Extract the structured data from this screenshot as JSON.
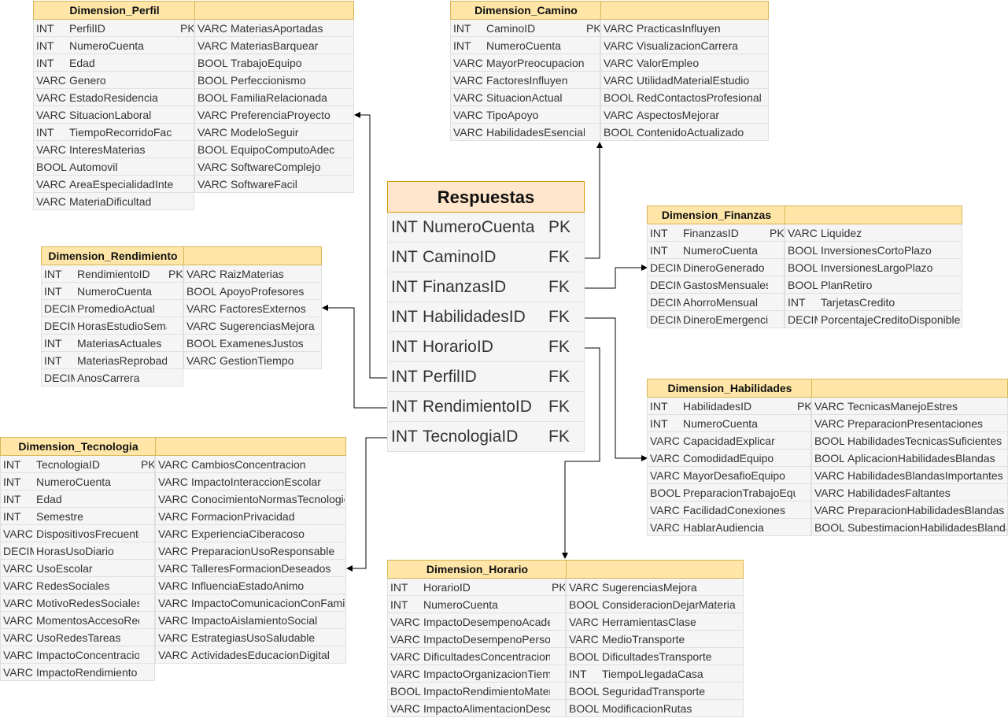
{
  "respuestas": {
    "title": "Respuestas",
    "rows": [
      {
        "type": "INT",
        "name": "NumeroCuenta",
        "key": "PK"
      },
      {
        "type": "INT",
        "name": "CaminoID",
        "key": "FK"
      },
      {
        "type": "INT",
        "name": "FinanzasID",
        "key": "FK"
      },
      {
        "type": "INT",
        "name": "HabilidadesID",
        "key": "FK"
      },
      {
        "type": "INT",
        "name": "HorarioID",
        "key": "FK"
      },
      {
        "type": "INT",
        "name": "PerfilID",
        "key": "FK"
      },
      {
        "type": "INT",
        "name": "RendimientoID",
        "key": "FK"
      },
      {
        "type": "INT",
        "name": "TecnologiaID",
        "key": "FK"
      }
    ]
  },
  "tables": [
    {
      "id": "perfil",
      "title": "Dimension_Perfil",
      "left": [
        {
          "type": "INT",
          "name": "PerfilID",
          "key": "PK"
        },
        {
          "type": "INT",
          "name": "NumeroCuenta",
          "key": ""
        },
        {
          "type": "INT",
          "name": "Edad",
          "key": ""
        },
        {
          "type": "VARC",
          "name": "Genero",
          "key": ""
        },
        {
          "type": "VARC",
          "name": "EstadoResidencia",
          "key": ""
        },
        {
          "type": "VARC",
          "name": "SituacionLaboral",
          "key": ""
        },
        {
          "type": "INT",
          "name": "TiempoRecorridoFac",
          "key": ""
        },
        {
          "type": "VARC",
          "name": "InteresMaterias",
          "key": ""
        },
        {
          "type": "BOOL",
          "name": "Automovil",
          "key": ""
        },
        {
          "type": "VARC",
          "name": "AreaEspecialidadInte",
          "key": ""
        },
        {
          "type": "VARC",
          "name": "MateriaDificultad",
          "key": ""
        }
      ],
      "right": [
        {
          "type": "VARC",
          "name": "MateriasAportadas"
        },
        {
          "type": "VARC",
          "name": "MateriasBarquear"
        },
        {
          "type": "BOOL",
          "name": "TrabajoEquipo"
        },
        {
          "type": "BOOL",
          "name": "Perfeccionismo"
        },
        {
          "type": "BOOL",
          "name": "FamiliaRelacionada"
        },
        {
          "type": "VARC",
          "name": "PreferenciaProyecto"
        },
        {
          "type": "VARC",
          "name": "ModeloSeguir"
        },
        {
          "type": "BOOL",
          "name": "EquipoComputoAdec"
        },
        {
          "type": "VARC",
          "name": "SoftwareComplejo"
        },
        {
          "type": "VARC",
          "name": "SoftwareFacil"
        }
      ]
    },
    {
      "id": "camino",
      "title": "Dimension_Camino",
      "left": [
        {
          "type": "INT",
          "name": "CaminoID",
          "key": "PK"
        },
        {
          "type": "INT",
          "name": "NumeroCuenta",
          "key": ""
        },
        {
          "type": "VARC",
          "name": "MayorPreocupacion",
          "key": ""
        },
        {
          "type": "VARC",
          "name": "FactoresInfluyen",
          "key": ""
        },
        {
          "type": "VARC",
          "name": "SituacionActual",
          "key": ""
        },
        {
          "type": "VARC",
          "name": "TipoApoyo",
          "key": ""
        },
        {
          "type": "VARC",
          "name": "HabilidadesEsenciales",
          "key": ""
        }
      ],
      "right": [
        {
          "type": "VARC",
          "name": "PracticasInfluyen"
        },
        {
          "type": "VARC",
          "name": "VisualizacionCarrera"
        },
        {
          "type": "VARC",
          "name": "ValorEmpleo"
        },
        {
          "type": "VARC",
          "name": "UtilidadMaterialEstudio"
        },
        {
          "type": "BOOL",
          "name": "RedContactosProfesional"
        },
        {
          "type": "VARC",
          "name": "AspectosMejorar"
        },
        {
          "type": "BOOL",
          "name": "ContenidoActualizado"
        }
      ]
    },
    {
      "id": "rendimiento",
      "title": "Dimension_Rendimiento",
      "left": [
        {
          "type": "INT",
          "name": "RendimientoID",
          "key": "PK"
        },
        {
          "type": "INT",
          "name": "NumeroCuenta",
          "key": ""
        },
        {
          "type": "DECIM",
          "name": "PromedioActual",
          "key": ""
        },
        {
          "type": "DECIM",
          "name": "HorasEstudioSemana",
          "key": ""
        },
        {
          "type": "INT",
          "name": "MateriasActuales",
          "key": ""
        },
        {
          "type": "INT",
          "name": "MateriasReprobadas",
          "key": ""
        },
        {
          "type": "DECIM",
          "name": "AnosCarrera",
          "key": ""
        }
      ],
      "right": [
        {
          "type": "VARC",
          "name": "RaizMaterias"
        },
        {
          "type": "BOOL",
          "name": "ApoyoProfesores"
        },
        {
          "type": "VARC",
          "name": "FactoresExternos"
        },
        {
          "type": "VARC",
          "name": "SugerenciasMejora"
        },
        {
          "type": "BOOL",
          "name": "ExamenesJustos"
        },
        {
          "type": "VARC",
          "name": "GestionTiempo"
        }
      ]
    },
    {
      "id": "finanzas",
      "title": "Dimension_Finanzas",
      "left": [
        {
          "type": "INT",
          "name": "FinanzasID",
          "key": "PK"
        },
        {
          "type": "INT",
          "name": "NumeroCuenta",
          "key": ""
        },
        {
          "type": "DECIM",
          "name": "DineroGenerado",
          "key": ""
        },
        {
          "type": "DECIM",
          "name": "GastosMensuales",
          "key": ""
        },
        {
          "type": "DECIM",
          "name": "AhorroMensual",
          "key": ""
        },
        {
          "type": "DECIM",
          "name": "DineroEmergencia",
          "key": ""
        }
      ],
      "right": [
        {
          "type": "VARC",
          "name": "Liquidez"
        },
        {
          "type": "BOOL",
          "name": "InversionesCortoPlazo"
        },
        {
          "type": "BOOL",
          "name": "InversionesLargoPlazo"
        },
        {
          "type": "BOOL",
          "name": "PlanRetiro"
        },
        {
          "type": "INT",
          "name": "TarjetasCredito"
        },
        {
          "type": "DECIM",
          "name": "PorcentajeCreditoDisponible"
        }
      ]
    },
    {
      "id": "habilidades",
      "title": "Dimension_Habilidades",
      "left": [
        {
          "type": "INT",
          "name": "HabilidadesID",
          "key": "PK"
        },
        {
          "type": "INT",
          "name": "NumeroCuenta",
          "key": ""
        },
        {
          "type": "VARC",
          "name": "CapacidadExplicar",
          "key": ""
        },
        {
          "type": "VARC",
          "name": "ComodidadEquipo",
          "key": ""
        },
        {
          "type": "VARC",
          "name": "MayorDesafioEquipo",
          "key": ""
        },
        {
          "type": "BOOL",
          "name": "PreparacionTrabajoEquipo",
          "key": ""
        },
        {
          "type": "VARC",
          "name": "FacilidadConexiones",
          "key": ""
        },
        {
          "type": "VARC",
          "name": "HablarAudiencia",
          "key": ""
        }
      ],
      "right": [
        {
          "type": "VARC",
          "name": "TecnicasManejoEstres"
        },
        {
          "type": "VARC",
          "name": "PreparacionPresentaciones"
        },
        {
          "type": "BOOL",
          "name": "HabilidadesTecnicasSuficientes"
        },
        {
          "type": "BOOL",
          "name": "AplicacionHabilidadesBlandas"
        },
        {
          "type": "VARC",
          "name": "HabilidadesBlandasImportantes"
        },
        {
          "type": "VARC",
          "name": "HabilidadesFaltantes"
        },
        {
          "type": "VARC",
          "name": "PreparacionHabilidadesBlandas"
        },
        {
          "type": "BOOL",
          "name": "SubestimacionHabilidadesBlandas"
        }
      ]
    },
    {
      "id": "tecnologia",
      "title": "Dimension_Tecnologia",
      "left": [
        {
          "type": "INT",
          "name": "TecnologiaID",
          "key": "PK"
        },
        {
          "type": "INT",
          "name": "NumeroCuenta",
          "key": ""
        },
        {
          "type": "INT",
          "name": "Edad",
          "key": ""
        },
        {
          "type": "INT",
          "name": "Semestre",
          "key": ""
        },
        {
          "type": "VARC",
          "name": "DispositivosFrecuentes",
          "key": ""
        },
        {
          "type": "DECIM",
          "name": "HorasUsoDiario",
          "key": ""
        },
        {
          "type": "VARC",
          "name": "UsoEscolar",
          "key": ""
        },
        {
          "type": "VARC",
          "name": "RedesSociales",
          "key": ""
        },
        {
          "type": "VARC",
          "name": "MotivoRedesSociales",
          "key": ""
        },
        {
          "type": "VARC",
          "name": "MomentosAccesoRedes",
          "key": ""
        },
        {
          "type": "VARC",
          "name": "UsoRedesTareas",
          "key": ""
        },
        {
          "type": "VARC",
          "name": "ImpactoConcentracion",
          "key": ""
        },
        {
          "type": "VARC",
          "name": "ImpactoRendimiento",
          "key": ""
        }
      ],
      "right": [
        {
          "type": "VARC",
          "name": "CambiosConcentracion"
        },
        {
          "type": "VARC",
          "name": "ImpactoInteraccionEscolar"
        },
        {
          "type": "VARC",
          "name": "ConocimientoNormasTecnologicas"
        },
        {
          "type": "VARC",
          "name": "FormacionPrivacidad"
        },
        {
          "type": "VARC",
          "name": "ExperienciaCiberacoso"
        },
        {
          "type": "VARC",
          "name": "PreparacionUsoResponsable"
        },
        {
          "type": "VARC",
          "name": "TalleresFormacionDeseados"
        },
        {
          "type": "VARC",
          "name": "InfluenciaEstadoAnimo"
        },
        {
          "type": "VARC",
          "name": "ImpactoComunicacionConFamilia"
        },
        {
          "type": "VARC",
          "name": "ImpactoAislamientoSocial"
        },
        {
          "type": "VARC",
          "name": "EstrategiasUsoSaludable"
        },
        {
          "type": "VARC",
          "name": "ActividadesEducacionDigital"
        }
      ]
    },
    {
      "id": "horario",
      "title": "Dimension_Horario",
      "left": [
        {
          "type": "INT",
          "name": "HorarioID",
          "key": "PK"
        },
        {
          "type": "INT",
          "name": "NumeroCuenta",
          "key": ""
        },
        {
          "type": "VARC",
          "name": "ImpactoDesempenoAcademico",
          "key": ""
        },
        {
          "type": "VARC",
          "name": "ImpactoDesempenoPersonal",
          "key": ""
        },
        {
          "type": "VARC",
          "name": "DificultadesConcentracion",
          "key": ""
        },
        {
          "type": "VARC",
          "name": "ImpactoOrganizacionTiempo",
          "key": ""
        },
        {
          "type": "BOOL",
          "name": "ImpactoRendimientoMaterias",
          "key": ""
        },
        {
          "type": "VARC",
          "name": "ImpactoAlimentacionDescanso",
          "key": ""
        }
      ],
      "right": [
        {
          "type": "VARC",
          "name": "SugerenciasMejora"
        },
        {
          "type": "BOOL",
          "name": "ConsideracionDejarMateria"
        },
        {
          "type": "VARC",
          "name": "HerramientasClase"
        },
        {
          "type": "VARC",
          "name": "MedioTransporte"
        },
        {
          "type": "BOOL",
          "name": "DificultadesTransporte"
        },
        {
          "type": "INT",
          "name": "TiempoLlegadaCasa"
        },
        {
          "type": "BOOL",
          "name": "SeguridadTransporte"
        },
        {
          "type": "BOOL",
          "name": "ModificacionRutas"
        }
      ]
    }
  ]
}
